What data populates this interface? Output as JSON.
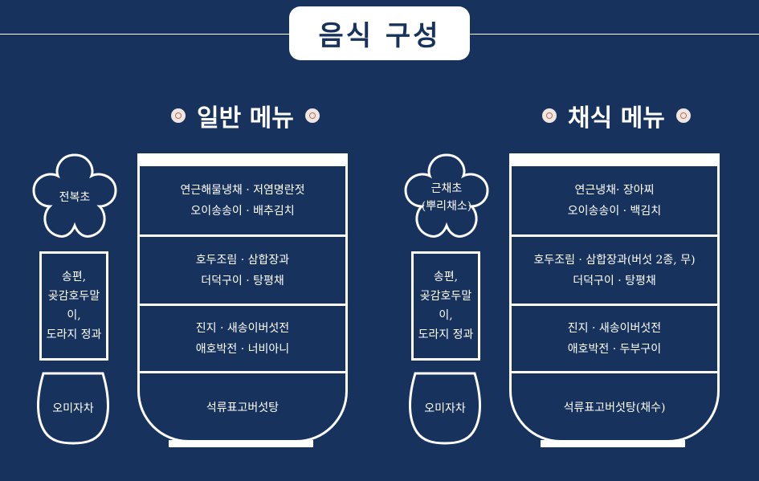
{
  "page_title": "음식 구성",
  "menus": [
    {
      "title": "일반 메뉴",
      "side": {
        "flower": [
          "전복초"
        ],
        "box": [
          "송편,",
          "곶감호두말이,",
          "도라지 정과"
        ],
        "cup": "오미자차"
      },
      "courses": [
        [
          "연근해물냉채 · 저염명란젓",
          "오이송송이 · 배추김치"
        ],
        [
          "호두조림 · 삼합장과",
          "더덕구이 · 탕평채"
        ],
        [
          "진지 · 새송이버섯전",
          "애호박전 · 너비아니"
        ],
        [
          "석류표고버섯탕"
        ]
      ]
    },
    {
      "title": "채식 메뉴",
      "side": {
        "flower": [
          "근채초",
          "(뿌리채소)"
        ],
        "box": [
          "송편,",
          "곶감호두말이,",
          "도라지 정과"
        ],
        "cup": "오미자차"
      },
      "courses": [
        [
          "연근냉채· 장아찌",
          "오이송송이 · 백김치"
        ],
        [
          "호두조림 · 삼합장과(버섯 2종, 무)",
          "더덕구이 · 탕평채"
        ],
        [
          "진지 · 새송이버섯전",
          "애호박전 · 두부구이"
        ],
        [
          "석류표고버섯탕(채수)"
        ]
      ]
    }
  ]
}
